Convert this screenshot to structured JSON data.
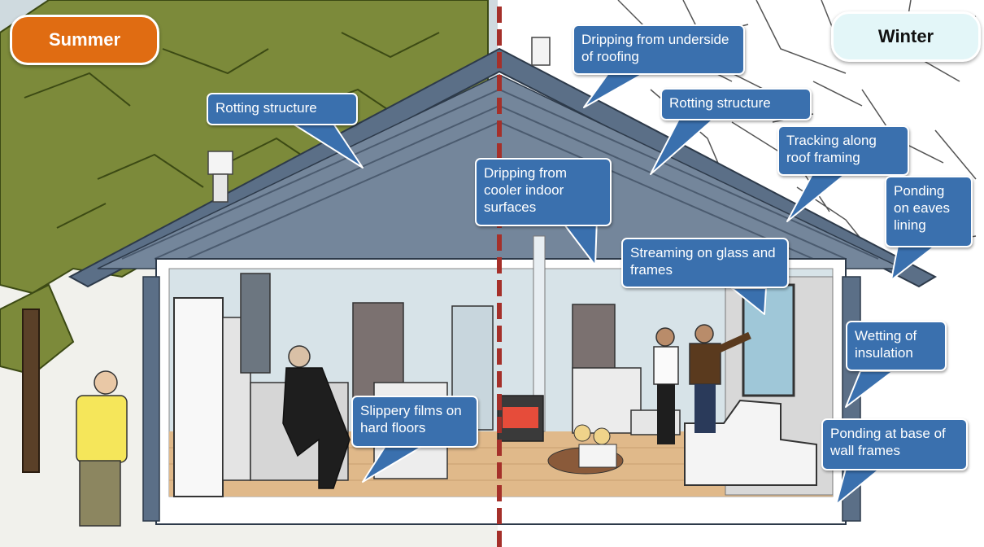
{
  "seasons": {
    "summer": "Summer",
    "winter": "Winter"
  },
  "colors": {
    "summer_badge": "#e06c12",
    "winter_badge": "#e3f6f8",
    "callout_fill": "#3a70ae",
    "divider": "#a5302a"
  },
  "callouts": {
    "rotting_structure_summer": "Rotting structure",
    "dripping_underside_roofing": "Dripping from underside of roofing",
    "rotting_structure_winter": "Rotting structure",
    "tracking_roof_framing": "Tracking along roof framing",
    "dripping_cooler_surfaces": "Dripping from cooler indoor surfaces",
    "ponding_eaves_lining": "Ponding on eaves lining",
    "streaming_glass_frames": "Streaming on glass and frames",
    "wetting_insulation": "Wetting of insulation",
    "slippery_films": "Slippery films on hard floors",
    "ponding_base_wall_frames": "Ponding at base of wall frames"
  }
}
